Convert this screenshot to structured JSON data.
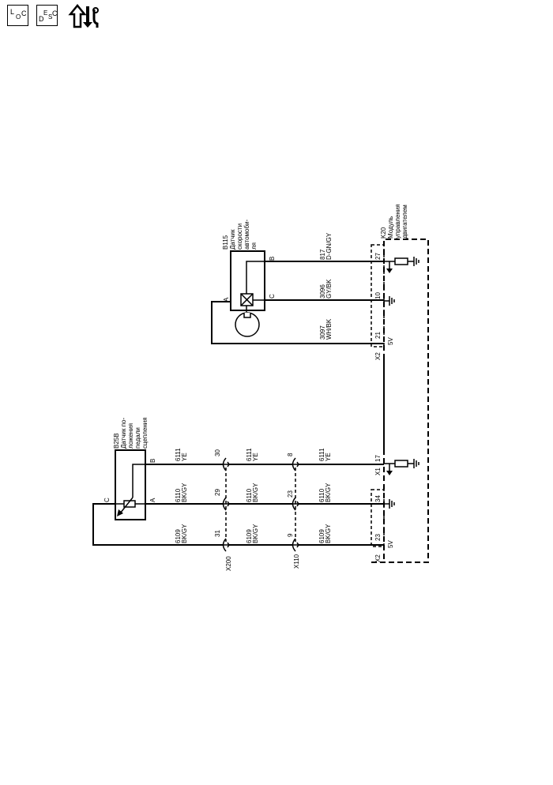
{
  "toolbar": {
    "loc_button": {
      "l1": "L",
      "l2": "O",
      "l3": "C",
      "icon": "location-view-icon"
    },
    "desc_button": {
      "l1": "D",
      "l2": "E",
      "l3": "S",
      "l4": "C",
      "icon": "description-view-icon"
    },
    "tools_button": {
      "icon": "repair-tools-icon"
    }
  },
  "diagram": {
    "ecm": {
      "ref": "K20",
      "name": [
        "Модуль",
        "управления",
        "двигателем"
      ],
      "connector_x1": "X1",
      "connector_x2_top": "X2",
      "connector_x2_bottom": "X2",
      "pins_top": [
        "27",
        "10",
        "21"
      ],
      "pins_bottom": [
        "17",
        "34",
        "23"
      ],
      "supply_top": "5V",
      "supply_bottom": "5V"
    },
    "speed_sensor": {
      "ref": "B115",
      "name": [
        "Датчик",
        "скорости",
        "автомоби-",
        "ля"
      ],
      "pin_a": "A",
      "pin_b": "B",
      "pin_c": "C"
    },
    "speed_wires": [
      {
        "circuit": "817",
        "color": "D-GN/GY"
      },
      {
        "circuit": "3096",
        "color": "GY/BK"
      },
      {
        "circuit": "3097",
        "color": "WH/BK"
      }
    ],
    "clutch_sensor": {
      "ref": "B25B",
      "name": [
        "Датчик по-",
        "ложения",
        "педали",
        "сцепления"
      ],
      "pin_a": "A",
      "pin_b": "B",
      "pin_c": "C"
    },
    "connector_x200": {
      "ref": "X200",
      "pins": [
        "30",
        "29",
        "31"
      ]
    },
    "connector_x110": {
      "ref": "X110",
      "pins": [
        "8",
        "23",
        "9"
      ]
    },
    "clutch_wires_seg1": [
      {
        "circuit": "6111",
        "color": "YE"
      },
      {
        "circuit": "6110",
        "color": "BK/GY"
      },
      {
        "circuit": "6109",
        "color": "BK/GY"
      }
    ],
    "clutch_wires_seg2": [
      {
        "circuit": "6111",
        "color": "YE"
      },
      {
        "circuit": "6110",
        "color": "BK/GY"
      },
      {
        "circuit": "6109",
        "color": "BK/GY"
      }
    ],
    "clutch_wires_seg3": [
      {
        "circuit": "6111",
        "color": "YE"
      },
      {
        "circuit": "6110",
        "color": "BK/GY"
      },
      {
        "circuit": "6109",
        "color": "BK/GY"
      }
    ]
  }
}
